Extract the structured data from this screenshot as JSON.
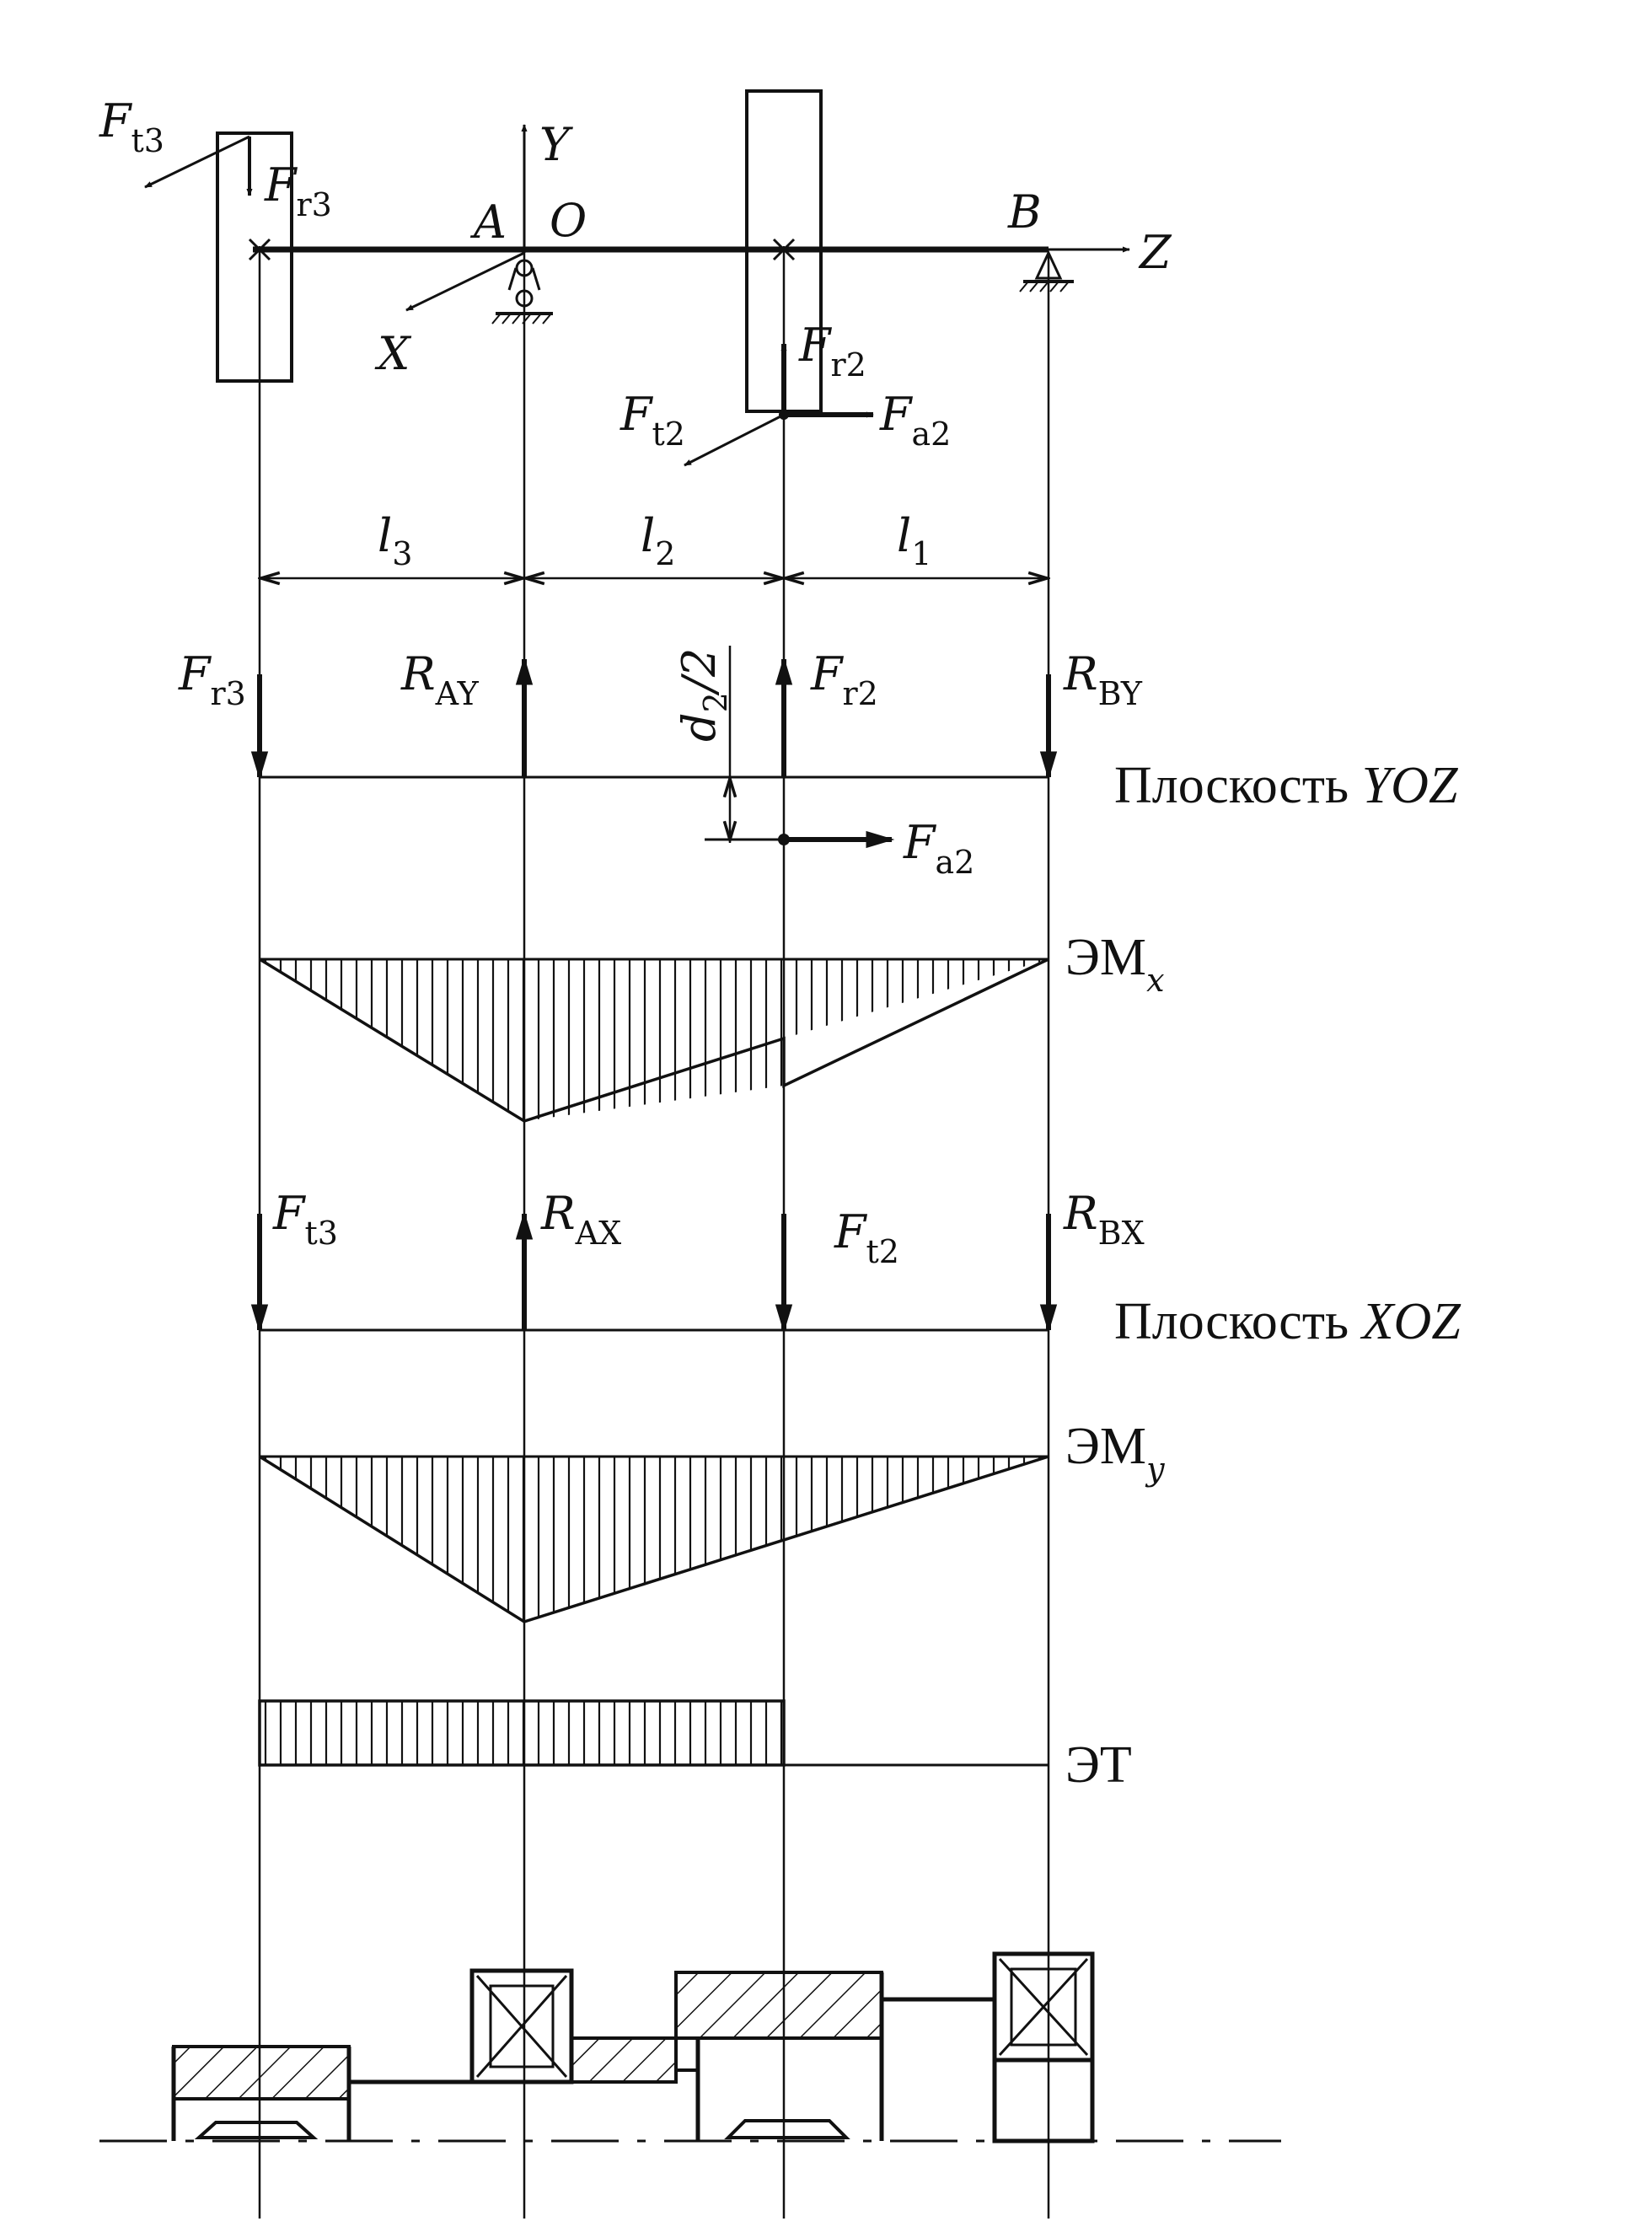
{
  "axes": {
    "y": "Y",
    "z": "Z",
    "x": "X",
    "origin": "O"
  },
  "supports": {
    "a": "A",
    "b": "B"
  },
  "forces": {
    "F": "F",
    "R": "R",
    "t3": "t3",
    "r3": "r3",
    "t2": "t2",
    "r2": "r2",
    "a2": "a2",
    "AY": "AY",
    "BY": "BY",
    "AX": "AX",
    "BX": "BX"
  },
  "lengths": {
    "l": "l",
    "s3": "3",
    "s2": "2",
    "s1": "1"
  },
  "radius": {
    "d": "d",
    "sub": "2",
    "rest": "/2"
  },
  "planes": {
    "word": "Плоскость",
    "yoz": "YOZ",
    "xoz": "XOZ"
  },
  "epures": {
    "mx_main": "ЭМ",
    "mx_sub": "x",
    "my_main": "ЭМ",
    "my_sub": "y",
    "t": "ЭТ"
  },
  "stroke_color": "#111111"
}
